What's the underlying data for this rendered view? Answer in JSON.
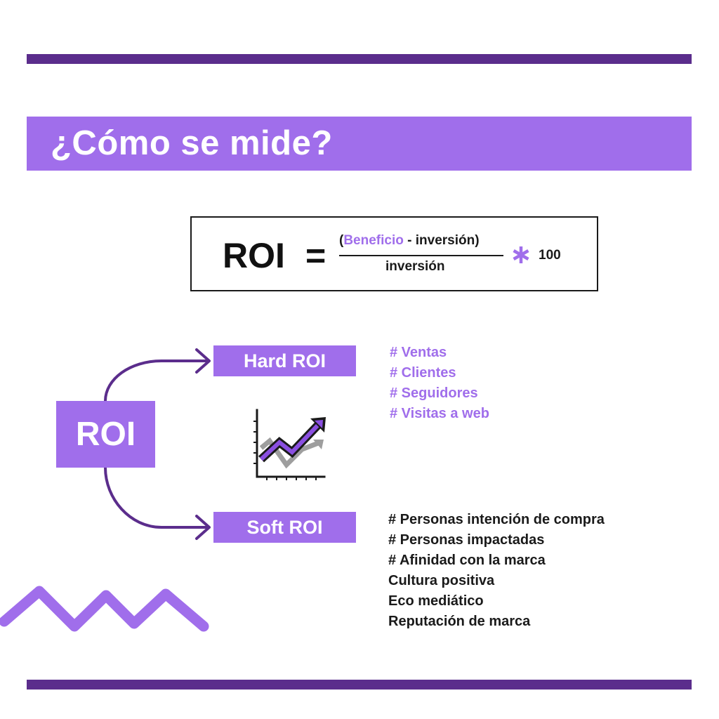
{
  "title": "¿Cómo se mide?",
  "formula": {
    "lhs": "ROI",
    "equals": "=",
    "numerator_open": "(",
    "numerator_highlight": "Beneficio",
    "numerator_rest": " - inversión)",
    "denominator": "inversión",
    "multiplier_icon": "asterisk-icon",
    "multiplier": "100"
  },
  "roi_label": "ROI",
  "hard": {
    "label": "Hard ROI",
    "items": [
      "# Ventas",
      "# Clientes",
      "# Seguidores",
      "# Visitas a web"
    ]
  },
  "soft": {
    "label": "Soft ROI",
    "items": [
      "# Personas intención de compra",
      "# Personas impactadas",
      "# Afinidad con la marca",
      "Cultura positiva",
      "Eco mediático",
      "Reputación de marca"
    ]
  },
  "icons": [
    "growth-chart-icon",
    "zigzag-decoration"
  ],
  "colors": {
    "accent": "#a06eeb",
    "dark_purple": "#5b2d8c",
    "text_dark": "#1a1a1a",
    "gray": "#9e9e9e"
  }
}
